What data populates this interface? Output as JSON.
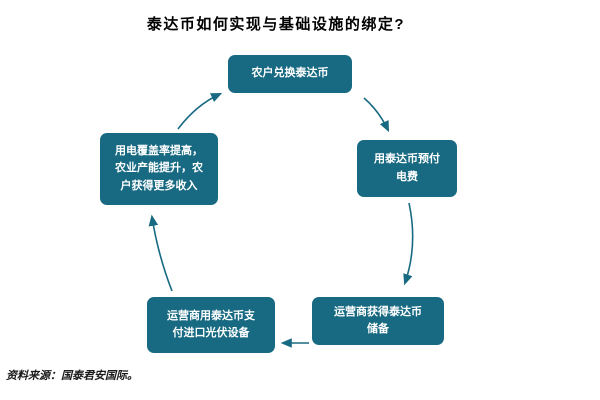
{
  "title": "泰达币如何实现与基础设施的绑定?",
  "source": "资料来源：国泰君安国际。",
  "colors": {
    "node_fill": "#186a82",
    "node_text": "#ffffff",
    "arrow": "#186a82",
    "title_text": "#000000"
  },
  "nodes": {
    "top": {
      "label": "农户兑换泰达币"
    },
    "right": {
      "label": "用泰达币预付电费"
    },
    "bottom_right": {
      "label": "运营商获得泰达币储备"
    },
    "bottom_left": {
      "label": "运营商用泰达币支付进口光伏设备"
    },
    "left": {
      "label": "用电覆盖率提高，农业产能提升，农户获得更多收入"
    }
  },
  "edges": [
    {
      "from": "top",
      "to": "right"
    },
    {
      "from": "right",
      "to": "bottom_right"
    },
    {
      "from": "bottom_right",
      "to": "bottom_left"
    },
    {
      "from": "bottom_left",
      "to": "left"
    },
    {
      "from": "left",
      "to": "top"
    }
  ],
  "diagram_type": "cycle"
}
